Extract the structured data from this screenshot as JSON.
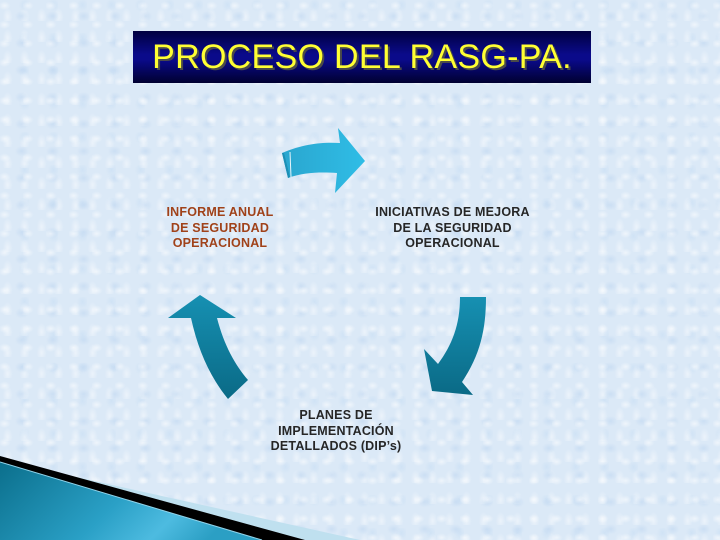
{
  "slide": {
    "title": "PROCESO DEL RASG-PA.",
    "colors": {
      "title_bg": "#0a0a8a",
      "title_text": "#ffff33",
      "background": "#dbe9f7",
      "arrow_light": "#29b3de",
      "arrow_dark": "#0e7896",
      "informe_text": "#a0421a",
      "body_text": "#262626"
    }
  },
  "cycle": {
    "nodes": [
      {
        "id": "informe",
        "lines": [
          "INFORME ANUAL",
          "DE SEGURIDAD",
          "OPERACIONAL"
        ]
      },
      {
        "id": "iniciativas",
        "lines": [
          "INICIATIVAS DE MEJORA",
          "DE LA SEGURIDAD",
          "OPERACIONAL"
        ]
      },
      {
        "id": "planes",
        "lines": [
          "PLANES DE",
          "IMPLEMENTACIÓN",
          "DETALLADOS (DIP’s)"
        ]
      }
    ],
    "arrows": [
      {
        "id": "arrow-top",
        "icon": "curved-arrow-right-icon"
      },
      {
        "id": "arrow-right",
        "icon": "curved-arrow-down-icon"
      },
      {
        "id": "arrow-left",
        "icon": "curved-arrow-up-icon"
      }
    ]
  }
}
